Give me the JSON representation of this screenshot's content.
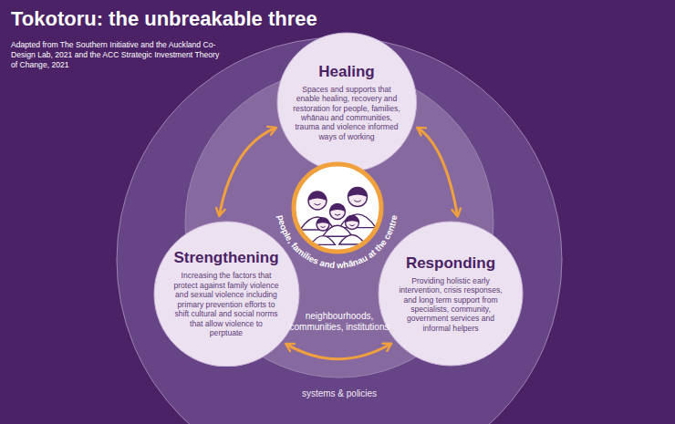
{
  "diagram": {
    "title": "Tokotoru: the unbreakable three",
    "nodes": [
      {
        "text": [
          "systems & policies"
        ]
      },
      {
        "text": [
          "neighbourhoods, communities, institutions"
        ],
        "in": 0
      },
      {
        "text": [
          "Healing",
          "Spaces and supports that enable healing, recovery and restoration for people, families, whānau and communities, trauma and violence informed ways of working"
        ],
        "in": 1
      },
      {
        "text": [
          "people, families and whānau at the centre"
        ],
        "in": 1
      },
      {
        "text": [
          "Strengthening",
          "Increasing the factors that protect against family violence and sexual violence including primary prevention efforts to shift cultural and social norms that allow violence to perptuate"
        ],
        "in": 1
      },
      {
        "text": [
          "Responding",
          "Providing holistic early intervention, crisis responses, and long term support from specialists, community, government services and informal helpers"
        ],
        "in": 1
      }
    ],
    "edges": [
      {
        "from": 2,
        "to": 4,
        "arrow": "both"
      },
      {
        "from": 2,
        "to": 5,
        "arrow": "both"
      },
      {
        "from": 4,
        "to": 5,
        "arrow": "both"
      }
    ],
    "labels": [
      "Adapted from The Southern Initiative and the Auckland Co-Design Lab, 2021 and the ACC Strategic Investment Theory of Change, 2021"
    ]
  }
}
